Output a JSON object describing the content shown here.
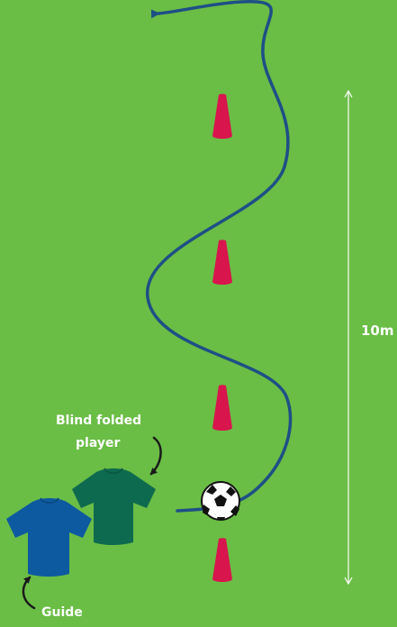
{
  "labels": {
    "distance": "10m",
    "blindfolded_line1": "Blind folded",
    "blindfolded_line2": "player",
    "guide": "Guide"
  },
  "colors": {
    "pitch": "#6abd45",
    "path": "#1e4f86",
    "cone": "#d8154d",
    "blindfolded_shirt": "#0e6a4f",
    "guide_shirt": "#0d5aa0",
    "measure_line": "#ffffff",
    "arrow": "#1a1a1a"
  },
  "icons": {
    "cones": [
      "cone-icon",
      "cone-icon",
      "cone-icon",
      "cone-icon"
    ],
    "ball": "soccer-ball-icon",
    "shirts": [
      "shirt-icon",
      "shirt-icon"
    ]
  }
}
